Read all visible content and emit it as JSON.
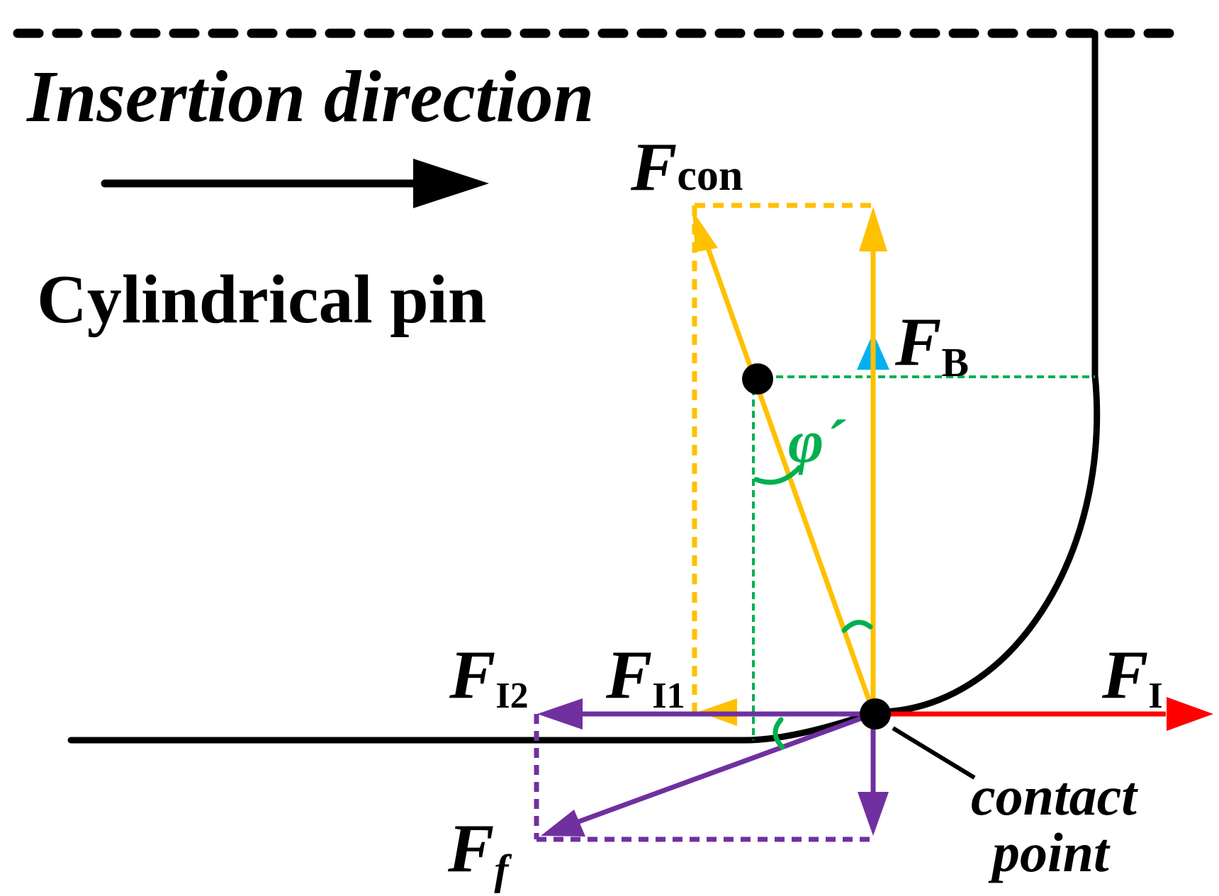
{
  "labels": {
    "insertion_direction": "Insertion direction",
    "cylindrical_pin": "Cylindrical pin",
    "contact_line1": "contact",
    "contact_line2": "point",
    "phi_prime": "φ´"
  },
  "forces": {
    "F_con": {
      "symbol": "F",
      "sub": "con"
    },
    "F_B": {
      "symbol": "F",
      "sub": "B"
    },
    "F_I": {
      "symbol": "F",
      "sub": "I"
    },
    "F_I1": {
      "symbol": "F",
      "sub": "I1"
    },
    "F_I2": {
      "symbol": "F",
      "sub": "I2"
    },
    "F_f": {
      "symbol": "F",
      "sub": "f"
    }
  },
  "colors": {
    "black": "#000000",
    "orange": "#FFC000",
    "purple": "#7030A0",
    "red": "#FF0000",
    "green": "#00B050",
    "blue": "#00B0F0"
  }
}
